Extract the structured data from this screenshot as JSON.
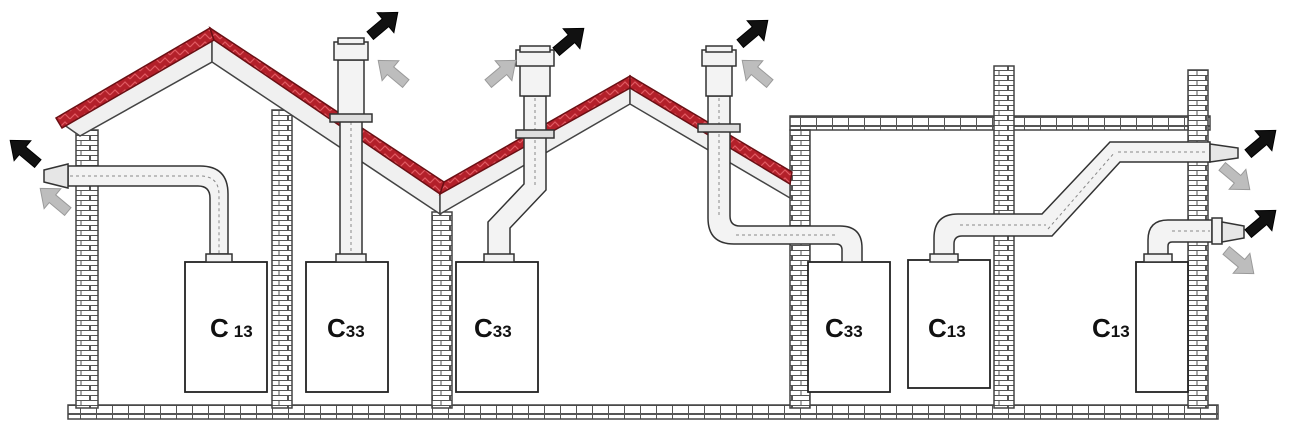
{
  "colors": {
    "roof": "#b3202a",
    "roof_dark": "#7a1218",
    "roof_tile": "#d9434c",
    "wall_stroke": "#444444",
    "pipe_fill": "#f3f3f3",
    "pipe_stroke": "#333333",
    "arrow_out": "#111111",
    "arrow_in": "#bdbdbd"
  },
  "boilers": [
    {
      "id": "b1",
      "letter": "C",
      "sub": "13"
    },
    {
      "id": "b2",
      "letter": "C",
      "sub": "33"
    },
    {
      "id": "b3",
      "letter": "C",
      "sub": "33"
    },
    {
      "id": "b4",
      "letter": "C",
      "sub": "33"
    },
    {
      "id": "b5",
      "letter": "C",
      "sub": "13"
    },
    {
      "id": "b6",
      "letter": "C",
      "sub": "13"
    }
  ],
  "icons": {
    "exhaust": "exhaust-arrow-icon",
    "intake": "air-intake-arrow-icon"
  }
}
